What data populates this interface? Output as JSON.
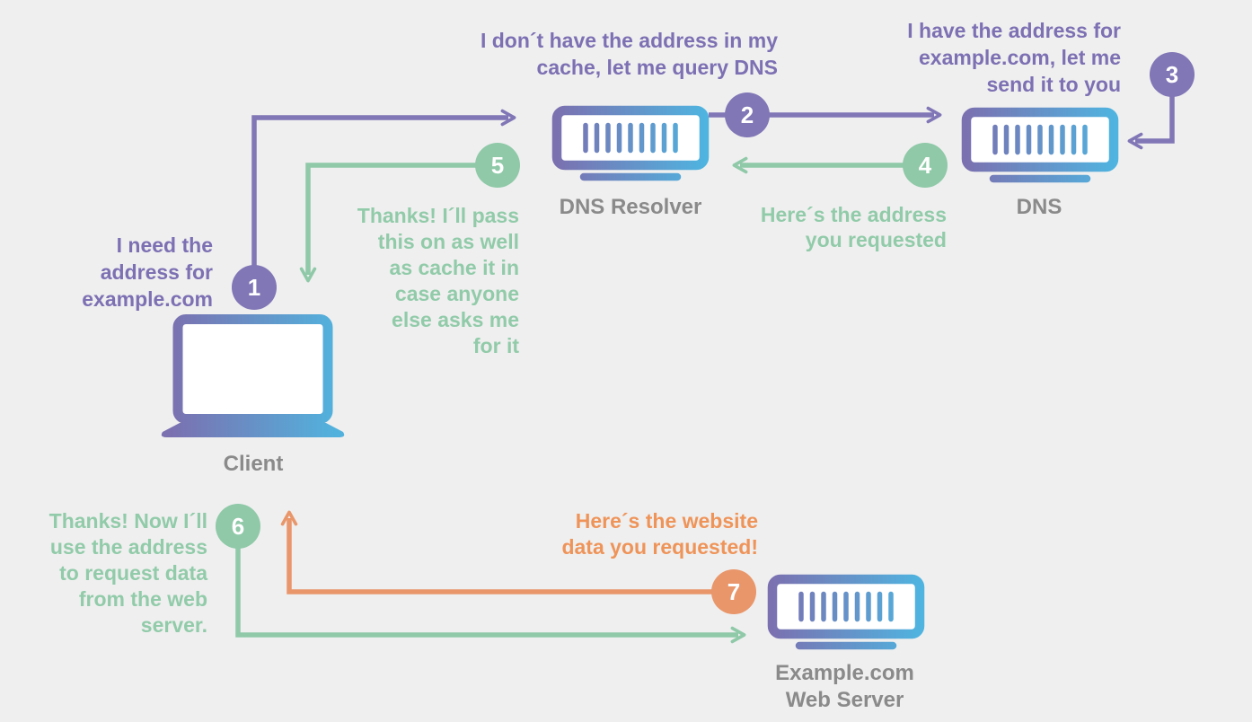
{
  "title": "DNS lookup flow diagram",
  "colors": {
    "background": "#efefef",
    "purple": "#7d70b3",
    "green": "#91cba9",
    "orange": "#ec9866",
    "label_gray": "#8a8a8a",
    "badge_text": "#ffffff",
    "icon_gradient_start": "#7b70b0",
    "icon_gradient_end": "#4fb4e0"
  },
  "nodes": {
    "client": {
      "label": "Client",
      "icon": "laptop-icon"
    },
    "resolver": {
      "label": "DNS Resolver",
      "icon": "server-icon"
    },
    "dns": {
      "label": "DNS",
      "icon": "server-icon"
    },
    "webserver": {
      "label": "Example.com\nWeb Server",
      "icon": "server-icon"
    }
  },
  "steps": [
    {
      "num": "1",
      "color": "purple",
      "text": "I need the\naddress for\nexample.com"
    },
    {
      "num": "2",
      "color": "purple",
      "text": "I don´t have the address in my\ncache, let me query DNS"
    },
    {
      "num": "3",
      "color": "purple",
      "text": "I have the address for\nexample.com, let me\nsend it to you"
    },
    {
      "num": "4",
      "color": "green",
      "text": "Here´s the address\nyou requested"
    },
    {
      "num": "5",
      "color": "green",
      "text": "Thanks! I´ll pass\nthis on as well\nas cache it in\ncase anyone\nelse asks me\nfor it"
    },
    {
      "num": "6",
      "color": "green",
      "text": "Thanks! Now I´ll\nuse the address\nto request data\nfrom the web\nserver."
    },
    {
      "num": "7",
      "color": "orange",
      "text": "Here´s the website\ndata you requested!"
    }
  ]
}
